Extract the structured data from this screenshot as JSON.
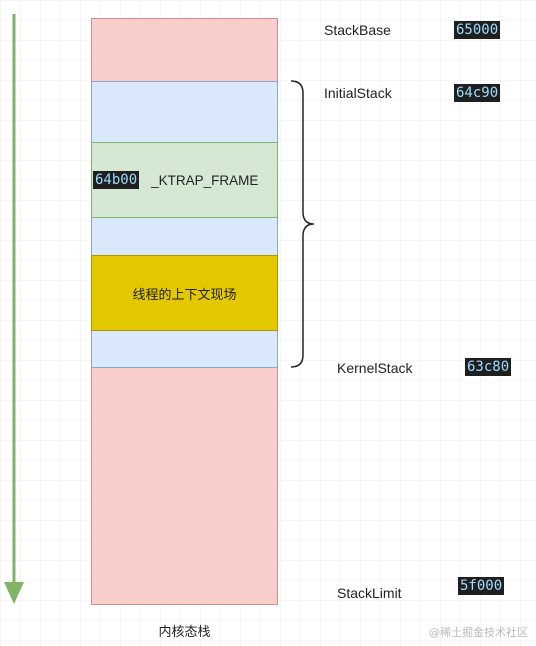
{
  "diagram": {
    "labels": {
      "stack_base": "StackBase",
      "initial_stack": "InitialStack",
      "kernel_stack": "KernelStack",
      "stack_limit": "StackLimit"
    },
    "addresses": {
      "stack_base": "65000",
      "initial_stack": "64c90",
      "kernel_stack": "63c80",
      "stack_limit": "5f000",
      "trap_frame": "64b00"
    },
    "trap_frame_label": "_KTRAP_FRAME",
    "context_label": "线程的上下文现场",
    "stack_caption": "内核态栈",
    "watermark": "@稀土掘金技术社区",
    "colors": {
      "arrow": "#82b366",
      "stack_red": "#f8cecc",
      "stack_blue": "#dae8fc",
      "trap_green": "#d5e8d4",
      "context_yellow": "#e3c800",
      "chip_bg": "#1f1f1f",
      "chip_text": "#9cdcfe"
    }
  }
}
